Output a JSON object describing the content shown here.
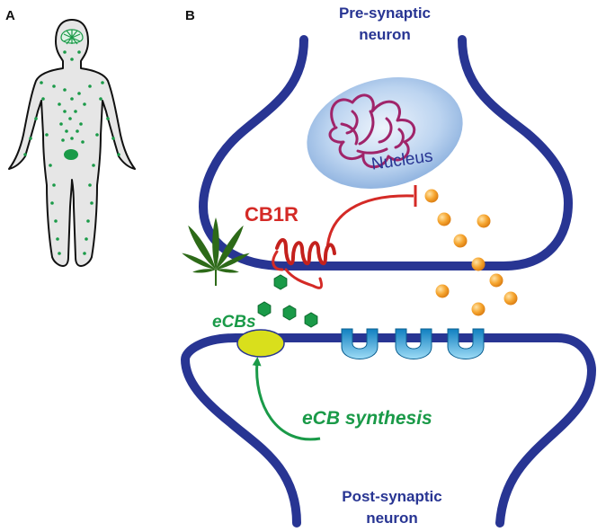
{
  "panels": {
    "a_label": "A",
    "b_label": "B"
  },
  "neurons": {
    "pre_line1": "Pre-synaptic",
    "pre_line2": "neuron",
    "post_line1": "Post-synaptic",
    "post_line2": "neuron"
  },
  "labels": {
    "nucleus": "Nucleus",
    "receptor": "CB1R",
    "ligands": "eCBs",
    "synthesis": "eCB synthesis"
  },
  "colors": {
    "membrane": "#283593",
    "receptor": "#d42a26",
    "ecb_green": "#1a9a48",
    "vesicle_orange": "#f39a1e",
    "nucleus_fill": "#9cc0e8",
    "dna": "#a0246a",
    "enzyme": "#d9df1c",
    "postsyn_receptor": "#3aa7de",
    "leaf": "#2d6a18"
  },
  "icons": {
    "human_body": "human-body-silhouette-icon",
    "cannabis": "cannabis-leaf-icon"
  }
}
